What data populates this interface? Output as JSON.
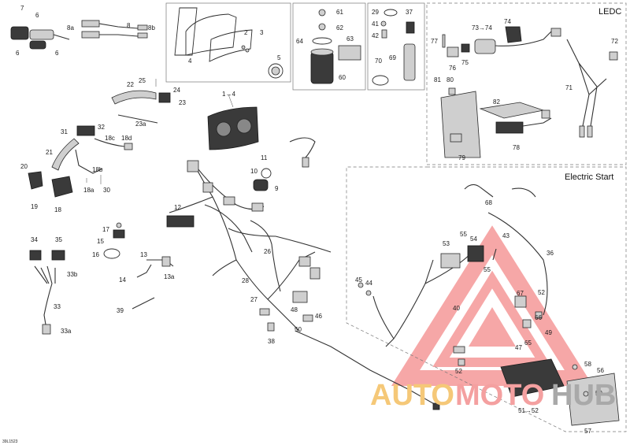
{
  "boxes": {
    "ledc": "LEDC",
    "electric_start": "Electric Start"
  },
  "callouts": {
    "c7": "7",
    "c6a": "6",
    "c6b": "6",
    "c6c": "6",
    "c8a": "8a",
    "c8": "8",
    "c8b": "8b",
    "c4": "4",
    "c2": "2",
    "c3": "3",
    "c5": "5",
    "c61": "61",
    "c62": "62",
    "c64": "64",
    "c63": "63",
    "c60": "60",
    "c29": "29",
    "c37": "37",
    "c41": "41",
    "c42": "42",
    "c70": "70",
    "c69": "69",
    "c73to74": "73→74",
    "c74": "74",
    "c77": "77",
    "c76": "76",
    "c75": "75",
    "c72": "72",
    "c71": "71",
    "c81": "81",
    "c80": "80",
    "c82": "82",
    "c79": "79",
    "c78": "78",
    "c25": "25",
    "c22": "22",
    "c24": "24",
    "c23": "23",
    "c23a": "23a",
    "c1to4": "1→4",
    "c31": "31",
    "c32": "32",
    "c18c": "18c",
    "c18d": "18d",
    "c21": "21",
    "c20": "20",
    "c18b": "18b",
    "c18a": "18a",
    "c30": "30",
    "c19": "19",
    "c18": "18",
    "c11": "11",
    "c10": "10",
    "c9": "9",
    "c12": "12",
    "c17": "17",
    "c15": "15",
    "c16": "16",
    "c13": "13",
    "c14": "14",
    "c13a": "13a",
    "c34": "34",
    "c35": "35",
    "c33b": "33b",
    "c33": "33",
    "c33a": "33a",
    "c39": "39",
    "c26": "26",
    "c28": "28",
    "c27": "27",
    "c48": "48",
    "c46": "46",
    "c50": "50",
    "c38": "38",
    "c68": "68",
    "c53": "53",
    "c55a": "55",
    "c54": "54",
    "c43": "43",
    "c36": "36",
    "c55b": "55",
    "c45": "45",
    "c44": "44",
    "c40": "40",
    "c67": "67",
    "c52a": "52",
    "c66": "66",
    "c49": "49",
    "c47": "47",
    "c65": "65",
    "c52b": "52",
    "c58": "58",
    "c56": "56",
    "c59": "59",
    "c51to52": "51→52",
    "c57": "57"
  },
  "footer_code": "39L1523",
  "watermark": {
    "text_a": "AUTO",
    "text_b": "MOTO",
    "text_c": "HUB",
    "color_a": "#f5c878",
    "color_b": "#f4a0a0",
    "color_c": "#a9a9a9",
    "logo_color": "#f07070"
  }
}
